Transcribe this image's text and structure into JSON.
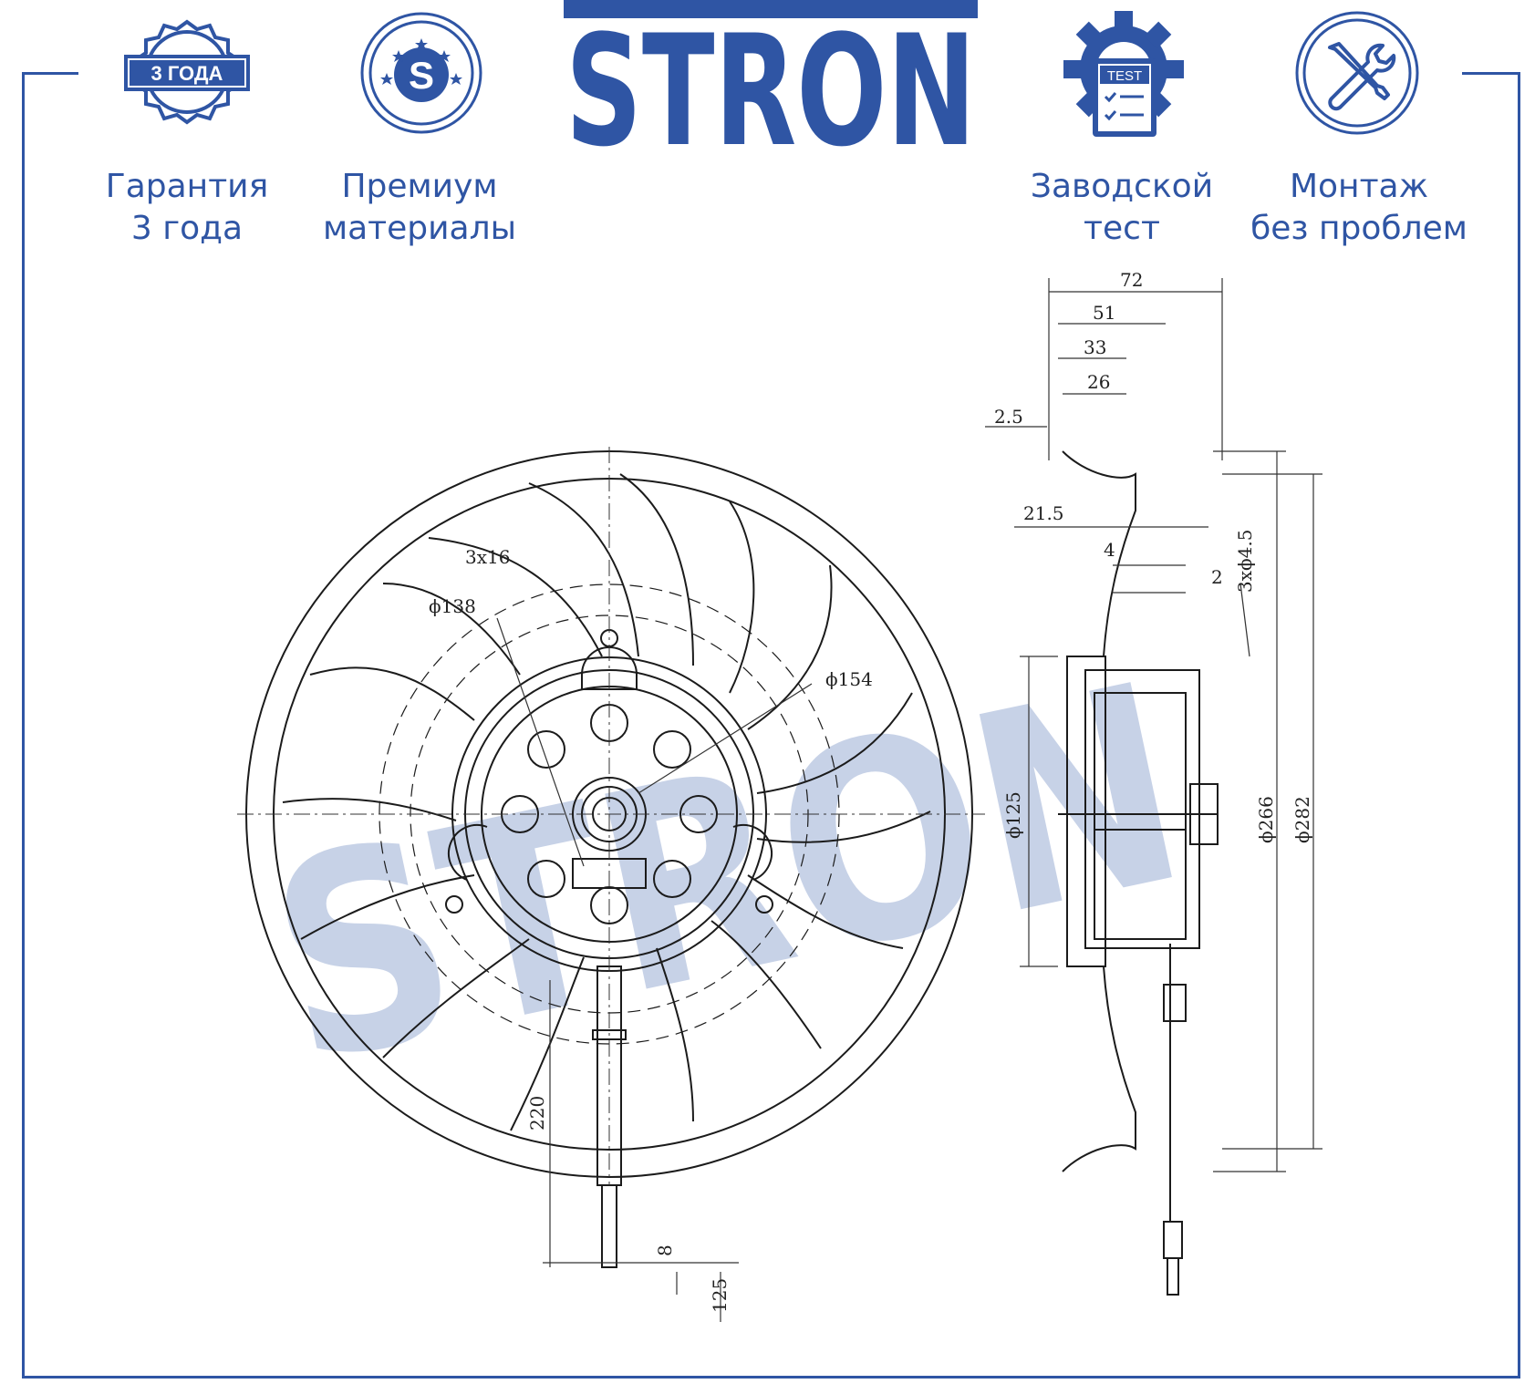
{
  "brand": {
    "logo_text": "STRON",
    "watermark_text": "STRON",
    "color": "#2f55a4",
    "watermark_color": "#c5d0e6"
  },
  "badges": [
    {
      "icon": "warranty-seal-icon",
      "seal_text": "3 ГОДА",
      "line1": "Гарантия",
      "line2": "3 года"
    },
    {
      "icon": "premium-s-icon",
      "seal_text": "S",
      "line1": "Премиум",
      "line2": "материалы"
    },
    {
      "icon": "factory-test-gear-icon",
      "seal_text": "TEST",
      "line1": "Заводской",
      "line2": "тест"
    },
    {
      "icon": "tools-wrench-screwdriver-icon",
      "line1": "Монтаж",
      "line2": "без проблем"
    }
  ],
  "front_view": {
    "dims": {
      "slot": "3x16",
      "d138": "ϕ138",
      "d154": "ϕ154",
      "cable_len": "220",
      "wire_a": "8",
      "wire_b": "125"
    }
  },
  "side_view": {
    "dims": {
      "w72": "72",
      "w51": "51",
      "w33": "33",
      "w26": "26",
      "w2_5": "2.5",
      "w21_5": "21.5",
      "w4": "4",
      "w2": "2",
      "holes": "3xϕ4.5",
      "d125": "ϕ125",
      "d266": "ϕ266",
      "d282": "ϕ282"
    }
  }
}
